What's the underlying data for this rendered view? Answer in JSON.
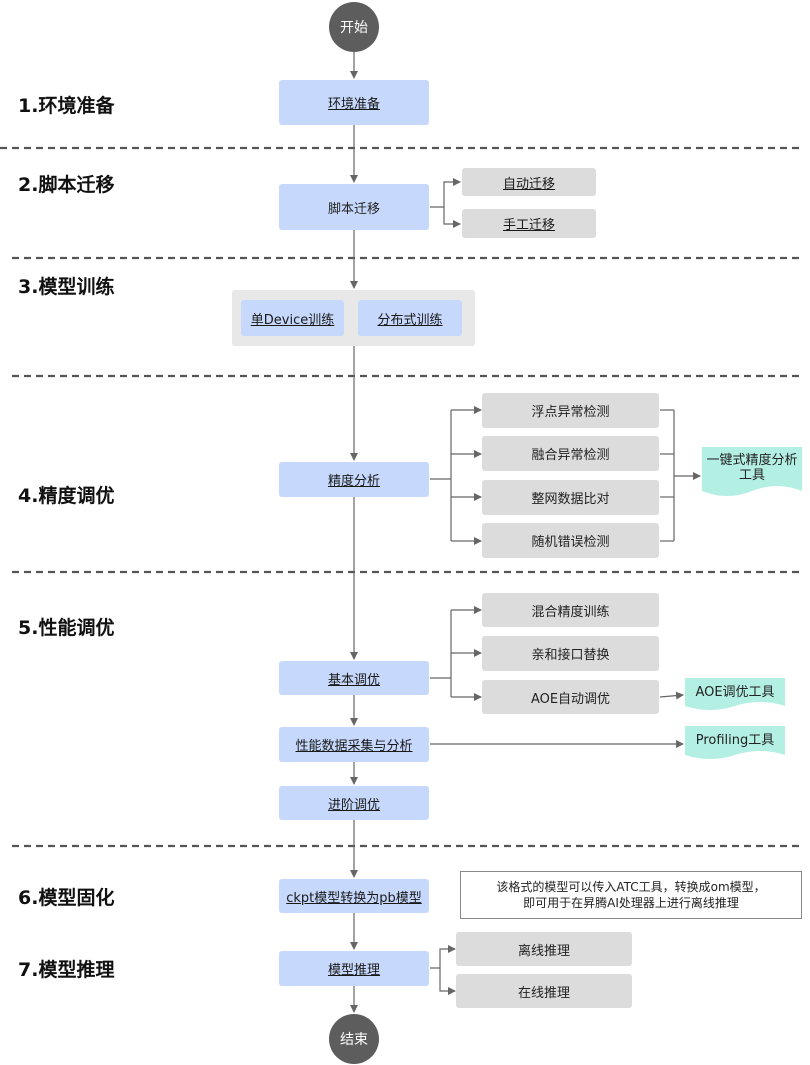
{
  "start": "开始",
  "end": "结束",
  "stages": {
    "s1": "1.环境准备",
    "s2": "2.脚本迁移",
    "s3": "3.模型训练",
    "s4": "4.精度调优",
    "s5": "5.性能调优",
    "s6": "6.模型固化",
    "s7": "7.模型推理"
  },
  "nodes": {
    "env_prep": "环境准备",
    "script_migration": "脚本迁移",
    "auto_migration": "自动迁移",
    "manual_migration": "手工迁移",
    "single_device": "单Device训练",
    "distributed": "分布式训练",
    "precision_analysis": "精度分析",
    "float_overflow": "浮点异常检测",
    "fusion_exception": "融合异常检测",
    "network_compare": "整网数据比对",
    "random_error": "随机错误检测",
    "basic_tuning": "基本调优",
    "mixed_precision": "混合精度训练",
    "affinity_replace": "亲和接口替换",
    "aoe_auto": "AOE自动调优",
    "perf_collect": "性能数据采集与分析",
    "advanced_tuning": "进阶调优",
    "ckpt_to_pb": "ckpt模型转换为pb模型",
    "model_inference": "模型推理",
    "offline_inference": "离线推理",
    "online_inference": "在线推理"
  },
  "tools": {
    "precision_tool_line1": "一键式精度分析",
    "precision_tool_line2": "工具",
    "aoe_tool": "AOE调优工具",
    "profiling_tool": "Profiling工具"
  },
  "note": {
    "line1": "该格式的模型可以传入ATC工具，转换成om模型，",
    "line2": "即可用于在昇腾AI处理器上进行离线推理"
  },
  "colors": {
    "blue_box": "#c6d8fc",
    "gray_box": "#dcdcdc",
    "tool_teal": "#b4efe4",
    "circle": "#5d5d5d",
    "line": "#666666"
  }
}
